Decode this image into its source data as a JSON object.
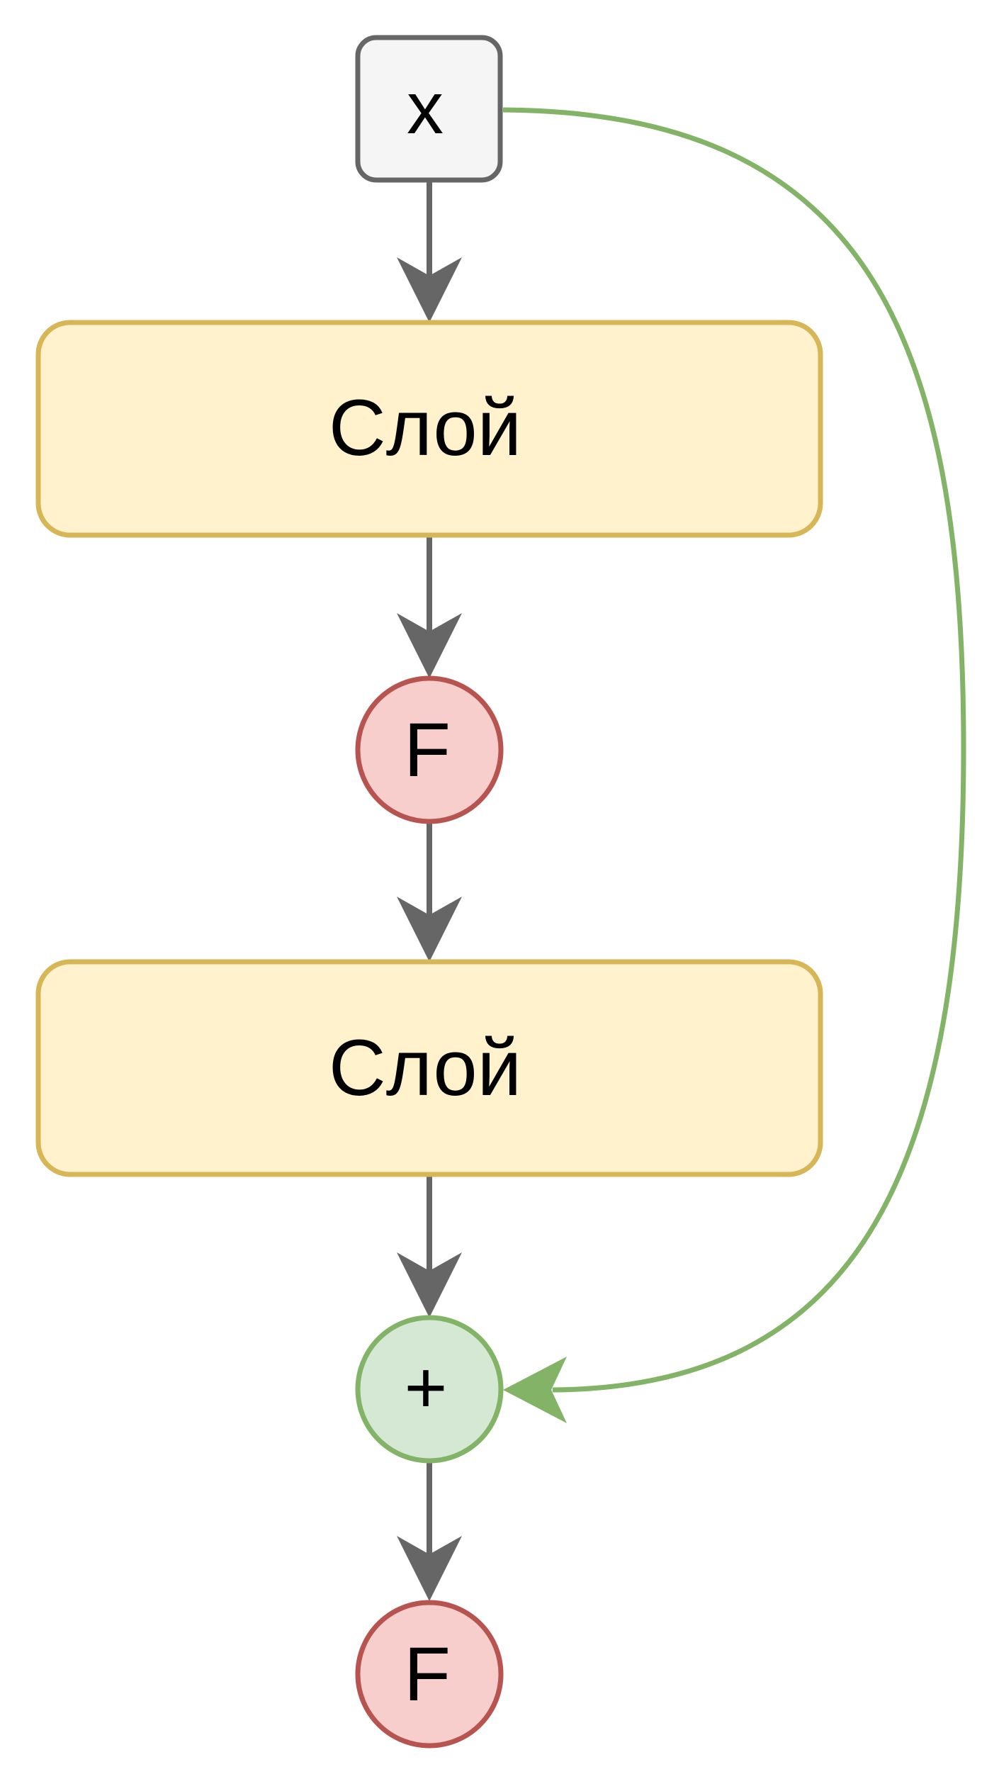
{
  "nodes": {
    "input": {
      "label": "x",
      "fill": "#f5f5f5",
      "stroke": "#666666"
    },
    "layer1": {
      "label": "Слой",
      "fill": "#fff2cc",
      "stroke": "#d6b656"
    },
    "activation1": {
      "label": "F",
      "fill": "#f8cecc",
      "stroke": "#b85450"
    },
    "layer2": {
      "label": "Слой",
      "fill": "#fff2cc",
      "stroke": "#d6b656"
    },
    "sum": {
      "label": "+",
      "fill": "#d5e8d4",
      "stroke": "#82b366"
    },
    "activation2": {
      "label": "F",
      "fill": "#f8cecc",
      "stroke": "#b85450"
    }
  },
  "edges": {
    "main_color": "#666666",
    "skip_color": "#82b366"
  }
}
